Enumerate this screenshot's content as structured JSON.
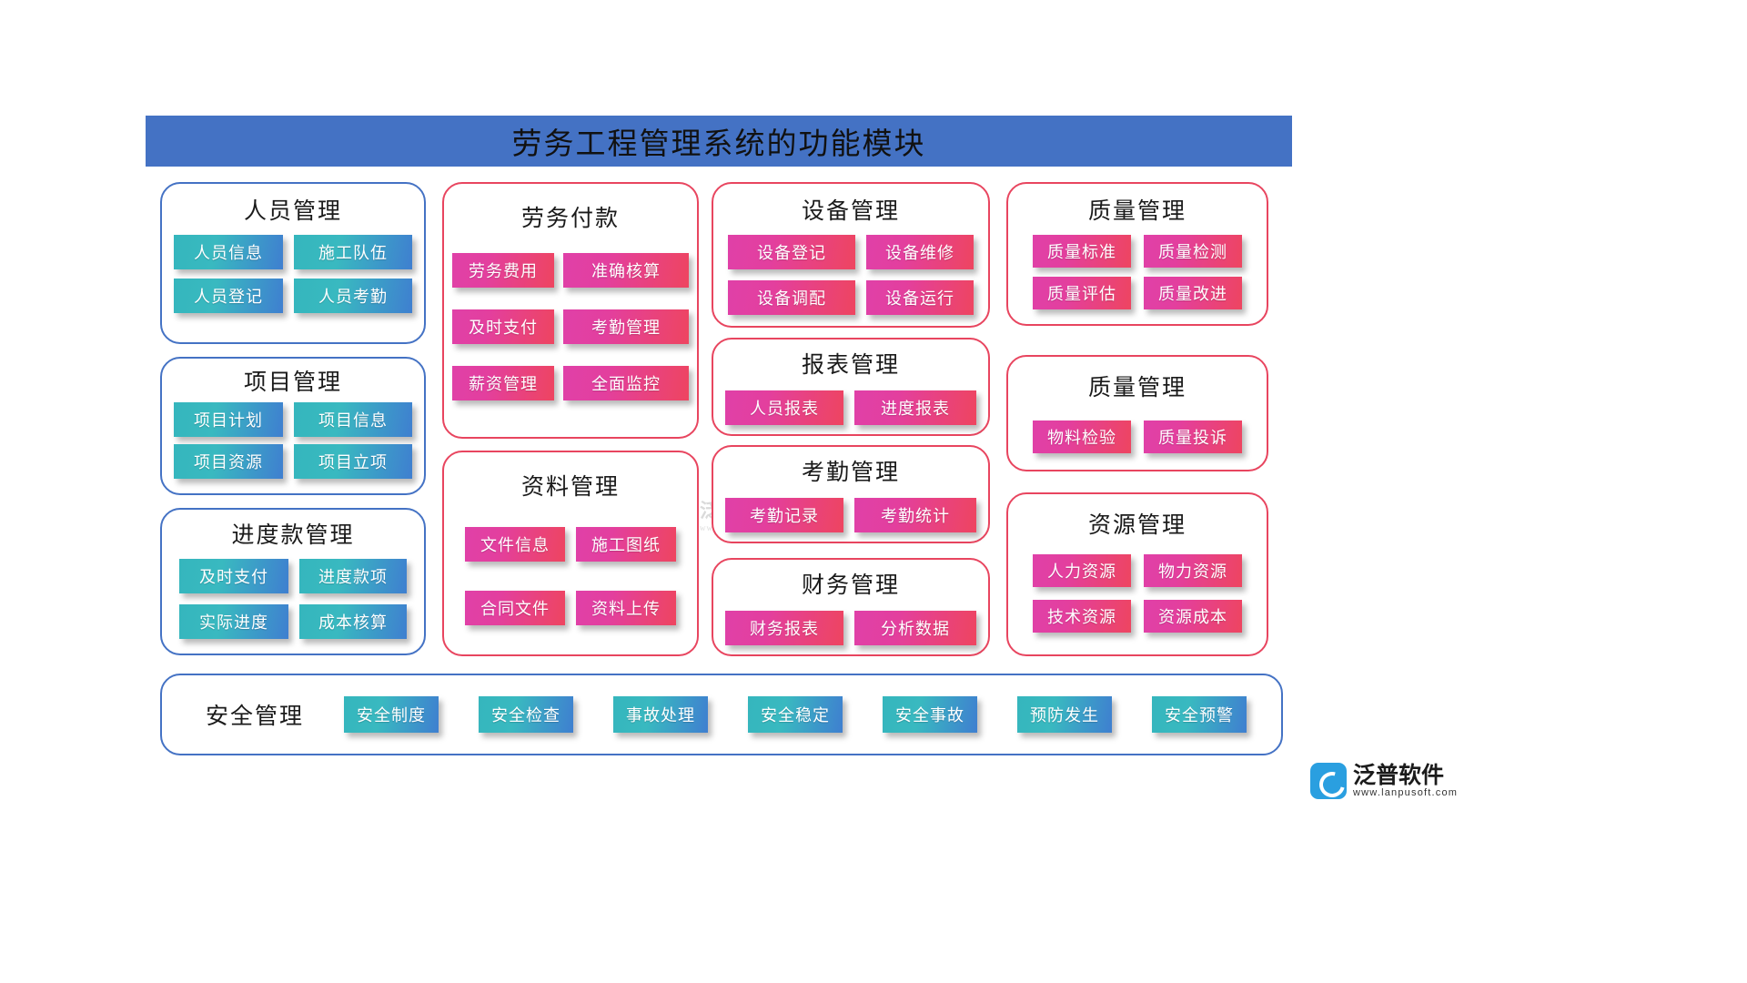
{
  "header": {
    "title": "劳务工程管理系统的功能模块",
    "banner_color": "#4472c4"
  },
  "theme": {
    "blue_border": "#4472c4",
    "red_border": "#e8455f",
    "teal_button_from": "#35b6bd",
    "teal_button_to": "#3f7fd0",
    "pink_button_from": "#e040a8",
    "pink_button_to": "#ee4560"
  },
  "panels": [
    {
      "id": "personnel-management",
      "title": "人员管理",
      "accent": "blue",
      "buttons": [
        "人员信息",
        "施工队伍",
        "人员登记",
        "人员考勤"
      ]
    },
    {
      "id": "project-management",
      "title": "项目管理",
      "accent": "blue",
      "buttons": [
        "项目计划",
        "项目信息",
        "项目资源",
        "项目立项"
      ]
    },
    {
      "id": "progress-payment-management",
      "title": "进度款管理",
      "accent": "blue",
      "buttons": [
        "及时支付",
        "进度款项",
        "实际进度",
        "成本核算"
      ]
    },
    {
      "id": "labor-payment",
      "title": "劳务付款",
      "accent": "red",
      "buttons": [
        "劳务费用",
        "准确核算",
        "及时支付",
        "考勤管理",
        "薪资管理",
        "全面监控"
      ]
    },
    {
      "id": "document-management",
      "title": "资料管理",
      "accent": "red",
      "buttons": [
        "文件信息",
        "施工图纸",
        "合同文件",
        "资料上传"
      ]
    },
    {
      "id": "equipment-management",
      "title": "设备管理",
      "accent": "red",
      "buttons": [
        "设备登记",
        "设备维修",
        "设备调配",
        "设备运行"
      ]
    },
    {
      "id": "report-management",
      "title": "报表管理",
      "accent": "red",
      "buttons": [
        "人员报表",
        "进度报表"
      ]
    },
    {
      "id": "attendance-management",
      "title": "考勤管理",
      "accent": "red",
      "buttons": [
        "考勤记录",
        "考勤统计"
      ]
    },
    {
      "id": "finance-management",
      "title": "财务管理",
      "accent": "red",
      "buttons": [
        "财务报表",
        "分析数据"
      ]
    },
    {
      "id": "quality-management-1",
      "title": "质量管理",
      "accent": "red",
      "buttons": [
        "质量标准",
        "质量检测",
        "质量评估",
        "质量改进"
      ]
    },
    {
      "id": "quality-management-2",
      "title": "质量管理",
      "accent": "red",
      "buttons": [
        "物料检验",
        "质量投诉"
      ]
    },
    {
      "id": "resource-management",
      "title": "资源管理",
      "accent": "red",
      "buttons": [
        "人力资源",
        "物力资源",
        "技术资源",
        "资源成本"
      ]
    }
  ],
  "safety_bar": {
    "id": "safety-management",
    "title": "安全管理",
    "accent": "blue",
    "buttons": [
      "安全制度",
      "安全检查",
      "事故处理",
      "安全稳定",
      "安全事故",
      "预防发生",
      "安全预警"
    ]
  },
  "watermark": {
    "name": "泛普软件",
    "url": "www.fanpusoft.com",
    "icon": "fanpu-logo-icon"
  },
  "logo": {
    "name": "泛普软件",
    "url": "www.lanpusoft.com",
    "icon": "fanpu-logo-icon"
  }
}
